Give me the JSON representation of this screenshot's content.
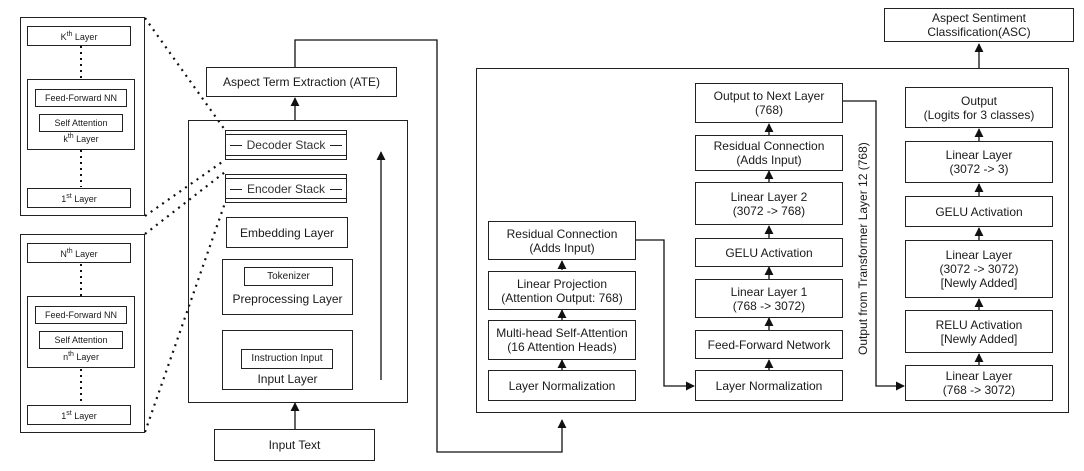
{
  "left_panel": {
    "top_group": {
      "kth_layer": {
        "prefix": "K",
        "sup": "th",
        "suffix": " Layer"
      },
      "ffn": "Feed-Forward NN",
      "attention": "Self Attention",
      "inner_layer": {
        "prefix": "k",
        "sup": "th",
        "suffix": " Layer"
      },
      "first_layer": {
        "prefix": "1",
        "sup": "st",
        "suffix": " Layer"
      }
    },
    "bottom_group": {
      "nth_layer": {
        "prefix": "N",
        "sup": "th",
        "suffix": " Layer"
      },
      "ffn": "Feed-Forward NN",
      "attention": "Self Attention",
      "inner_layer": {
        "prefix": "n",
        "sup": "th",
        "suffix": " Layer"
      },
      "first_layer": {
        "prefix": "1",
        "sup": "st",
        "suffix": " Layer"
      }
    }
  },
  "model": {
    "decoder_stack": "Decoder Stack",
    "encoder_stack": "Encoder Stack",
    "embedding_layer": "Embedding Layer",
    "tokenizer": "Tokenizer",
    "preprocessing_layer": "Preprocessing Layer",
    "instruction_input": "Instruction Input",
    "input_layer": "Input Layer",
    "ate": "Aspect Term Extraction (ATE)",
    "input_text": "Input Text"
  },
  "transformer": {
    "residual_connection_a": {
      "line1": "Residual Connection",
      "line2": "(Adds Input)"
    },
    "linear_projection": {
      "line1": "Linear Projection",
      "line2": "(Attention Output: 768)"
    },
    "mhsa": {
      "line1": "Multi-head Self-Attention",
      "line2": "(16 Attention Heads)"
    },
    "layer_norm_a": "Layer Normalization",
    "output_next": {
      "line1": "Output to Next Layer",
      "line2": "(768)"
    },
    "residual_connection_b": {
      "line1": "Residual Connection",
      "line2": "(Adds Input)"
    },
    "linear_layer_2": {
      "line1": "Linear Layer 2",
      "line2": "(3072 -> 768)"
    },
    "gelu_a": "GELU Activation",
    "linear_layer_1": {
      "line1": "Linear Layer 1",
      "line2": "(768 -> 3072)"
    },
    "ffn": "Feed-Forward Network",
    "layer_norm_b": "Layer Normalization",
    "vertical_label": "Output from Transformer Layer 12 (768)"
  },
  "head": {
    "output": {
      "line1": "Output",
      "line2": "(Logits for 3 classes)"
    },
    "linear_top": {
      "line1": "Linear Layer",
      "line2": "(3072 -> 3)"
    },
    "gelu": "GELU Activation",
    "linear_mid": {
      "line1": "Linear Layer",
      "line2": "(3072 -> 3072)",
      "line3": "[Newly Added]"
    },
    "relu": {
      "line1": "RELU Activation",
      "line2": "[Newly Added]"
    },
    "linear_bottom": {
      "line1": "Linear Layer",
      "line2": "(768 -> 3072)"
    },
    "asc": {
      "line1": "Aspect Sentiment",
      "line2": "Classification(ASC)"
    }
  }
}
